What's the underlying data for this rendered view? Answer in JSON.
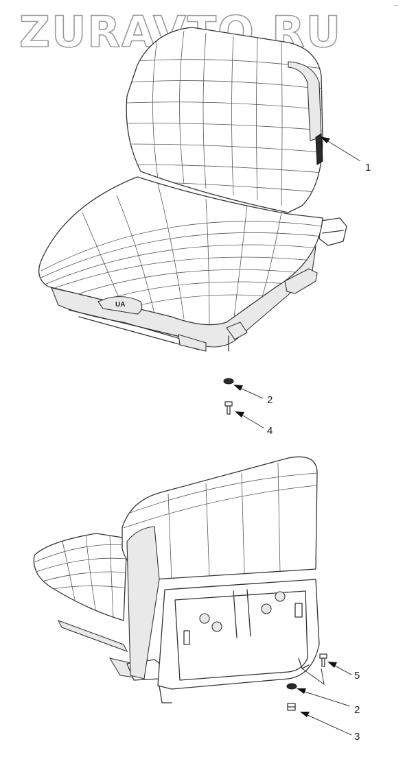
{
  "watermark": "ZURAVTO.RU",
  "corner_mark": "~",
  "emblem_text": "UA",
  "callouts": [
    {
      "id": "c1",
      "label": "1"
    },
    {
      "id": "c2a",
      "label": "2"
    },
    {
      "id": "c4",
      "label": "4"
    },
    {
      "id": "c5",
      "label": "5"
    },
    {
      "id": "c2b",
      "label": "2"
    },
    {
      "id": "c3",
      "label": "3"
    }
  ]
}
